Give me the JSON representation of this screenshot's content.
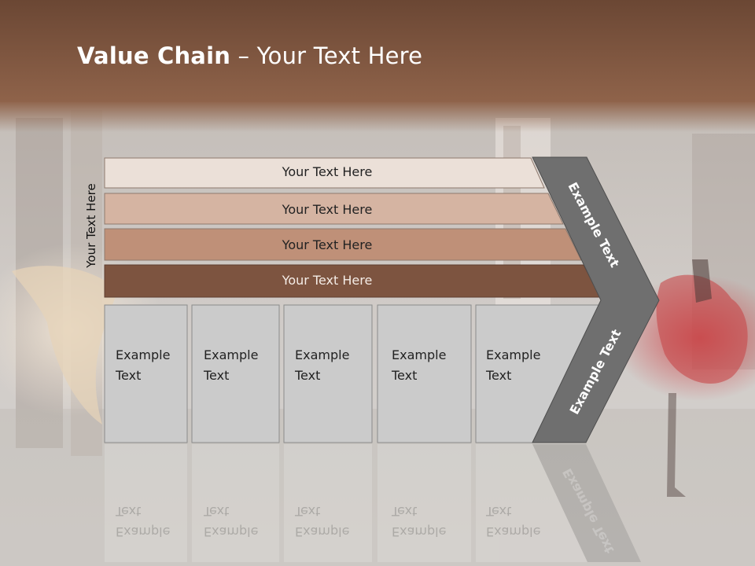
{
  "slide": {
    "title_bold": "Value Chain",
    "title_rest": " – Your Text Here",
    "side_label": "Your Text Here"
  },
  "rows": [
    {
      "label": "Your Text Here"
    },
    {
      "label": "Your Text Here"
    },
    {
      "label": "Your Text Here"
    },
    {
      "label": "Your Text Here"
    }
  ],
  "boxes": [
    {
      "line1": "Example",
      "line2": "Text"
    },
    {
      "line1": "Example",
      "line2": "Text"
    },
    {
      "line1": "Example",
      "line2": "Text"
    },
    {
      "line1": "Example",
      "line2": "Text"
    },
    {
      "line1": "Example",
      "line2": "Text"
    }
  ],
  "chevron": {
    "upper_label": "Example Text",
    "lower_label": "Example Text"
  },
  "colors": {
    "header_brown": "#7a5640",
    "row1": "#ebe0d8",
    "row2": "#d5b4a2",
    "row3": "#bf9078",
    "row4": "#7d5440",
    "box_gray": "#cbcbcb",
    "chevron_gray": "#6f6f6f"
  }
}
